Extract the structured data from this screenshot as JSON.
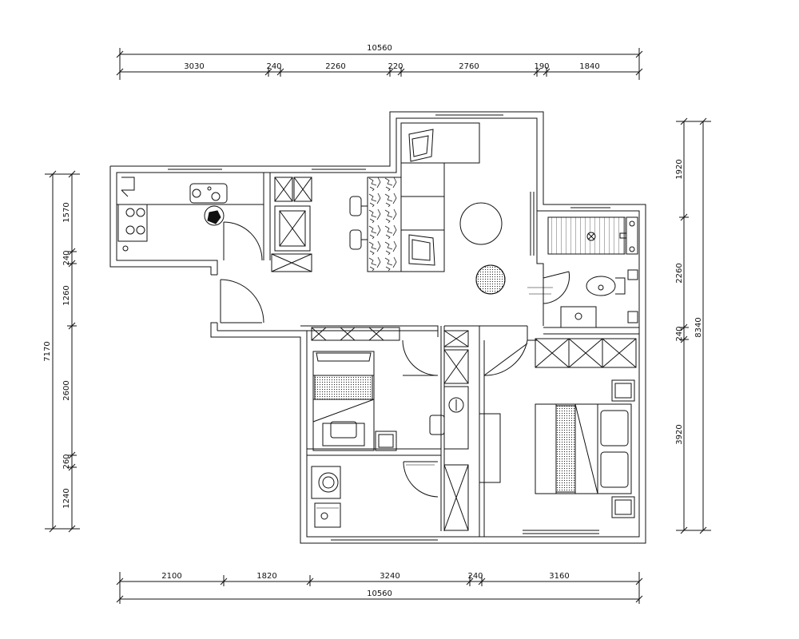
{
  "dimensions": {
    "top_total": "10560",
    "top_segments": [
      "3030",
      "240",
      "2260",
      "220",
      "2760",
      "190",
      "1840"
    ],
    "bottom_segments": [
      "2100",
      "1820",
      "3240",
      "240",
      "3160"
    ],
    "bottom_total": "10560",
    "left_total": "7170",
    "left_segments": [
      "1570",
      "240",
      "1260",
      "2600",
      "260",
      "1240"
    ],
    "right_segments": [
      "1920",
      "2260",
      "240",
      "3920"
    ],
    "right_total": "8340"
  },
  "colors": {
    "line": "#111111",
    "background": "#ffffff"
  }
}
